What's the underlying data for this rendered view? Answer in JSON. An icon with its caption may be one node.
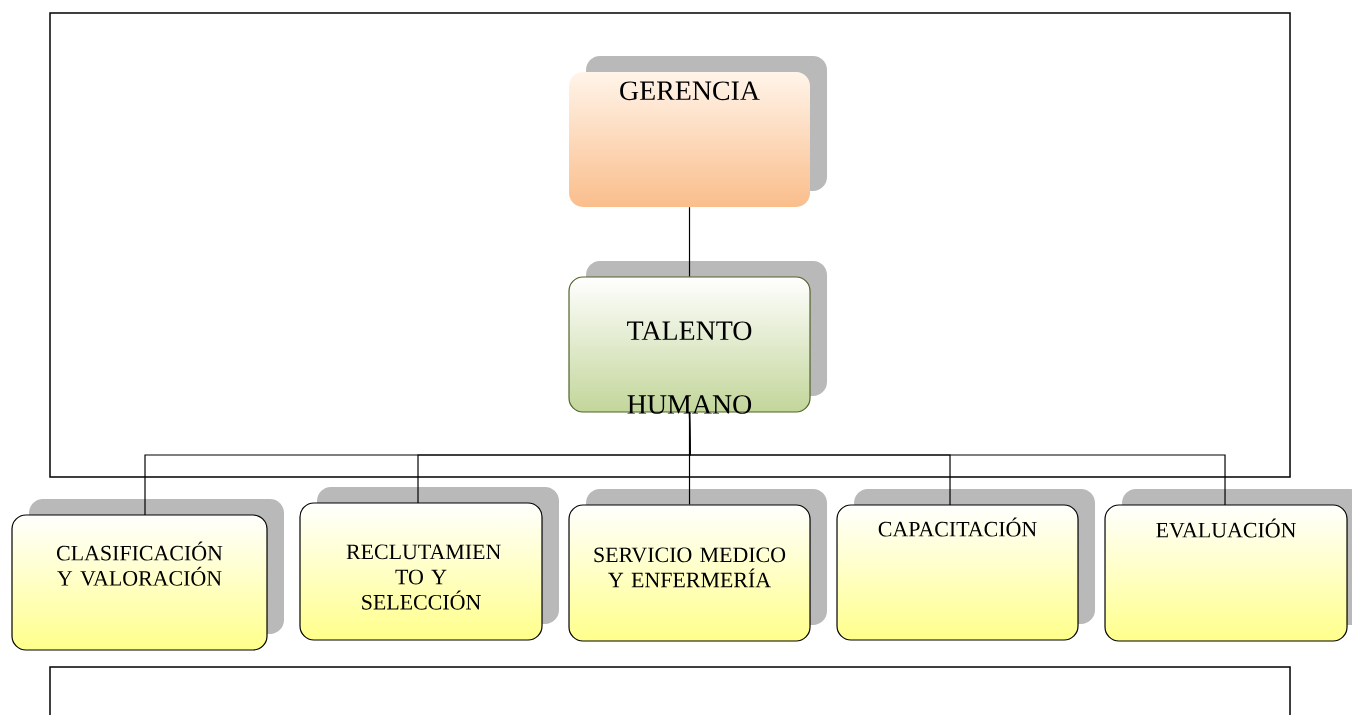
{
  "diagram": {
    "nodes": [
      {
        "text": [
          "GERENCIA"
        ]
      },
      {
        "text": [
          "TALENTO HUMANO"
        ]
      },
      {
        "text": [
          "CLASIFICACIÓN Y VALORACIÓN"
        ]
      },
      {
        "text": [
          "RECLUTAMIEN TO Y SELECCIÓN"
        ]
      },
      {
        "text": [
          "SERVICIO MEDICO Y ENFERMERÍA"
        ]
      },
      {
        "text": [
          "CAPACITACIÓN"
        ]
      },
      {
        "text": [
          "EVALUACIÓN"
        ]
      }
    ],
    "edges": [
      {
        "from": 0,
        "to": 1,
        "arrow": "none"
      },
      {
        "from": 1,
        "to": 2,
        "arrow": "none"
      },
      {
        "from": 1,
        "to": 3,
        "arrow": "none"
      },
      {
        "from": 1,
        "to": 4,
        "arrow": "none"
      },
      {
        "from": 1,
        "to": 5,
        "arrow": "none"
      },
      {
        "from": 1,
        "to": 6,
        "arrow": "none"
      }
    ]
  }
}
